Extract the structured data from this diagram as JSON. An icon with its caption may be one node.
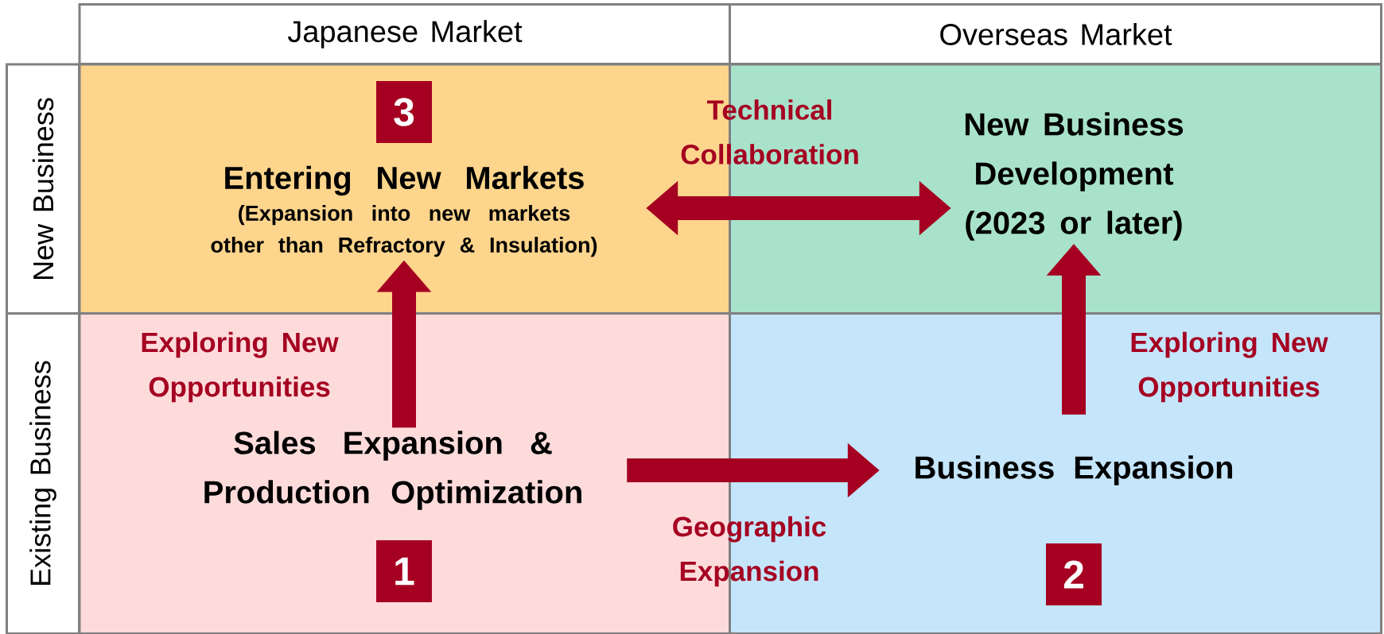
{
  "diagram": {
    "nodes": [
      {
        "text": [
          "Japanese Market"
        ]
      },
      {
        "text": [
          "Overseas Market"
        ]
      },
      {
        "text": [
          "New Business"
        ]
      },
      {
        "text": [
          "Existing Business"
        ]
      },
      {
        "text": [],
        "shape": "box"
      },
      {
        "text": [
          "3"
        ],
        "in": 4
      },
      {
        "text": [
          "Entering New Markets",
          "(Expansion into new markets other than Refractory & Insulation)"
        ],
        "in": 4
      },
      {
        "text": [],
        "shape": "box"
      },
      {
        "text": [
          "New Business Development (2023 or later)"
        ],
        "in": 7
      },
      {
        "text": [],
        "shape": "box"
      },
      {
        "text": [
          "Sales Expansion & Production Optimization"
        ],
        "in": 9
      },
      {
        "text": [
          "1"
        ],
        "in": 9
      },
      {
        "text": [],
        "shape": "box"
      },
      {
        "text": [
          "Business Expansion"
        ],
        "in": 12
      },
      {
        "text": [
          "2"
        ],
        "in": 12
      }
    ],
    "edges": [
      {
        "from": 10,
        "to": 6,
        "arrow": "to",
        "label": "Exploring New Opportunities"
      },
      {
        "from": 6,
        "to": 8,
        "arrow": "both",
        "label": "Technical Collaboration"
      },
      {
        "from": 10,
        "to": 13,
        "arrow": "to",
        "label": "Geographic Expansion"
      },
      {
        "from": 13,
        "to": 8,
        "arrow": "to",
        "label": "Exploring New Opportunities"
      }
    ]
  }
}
